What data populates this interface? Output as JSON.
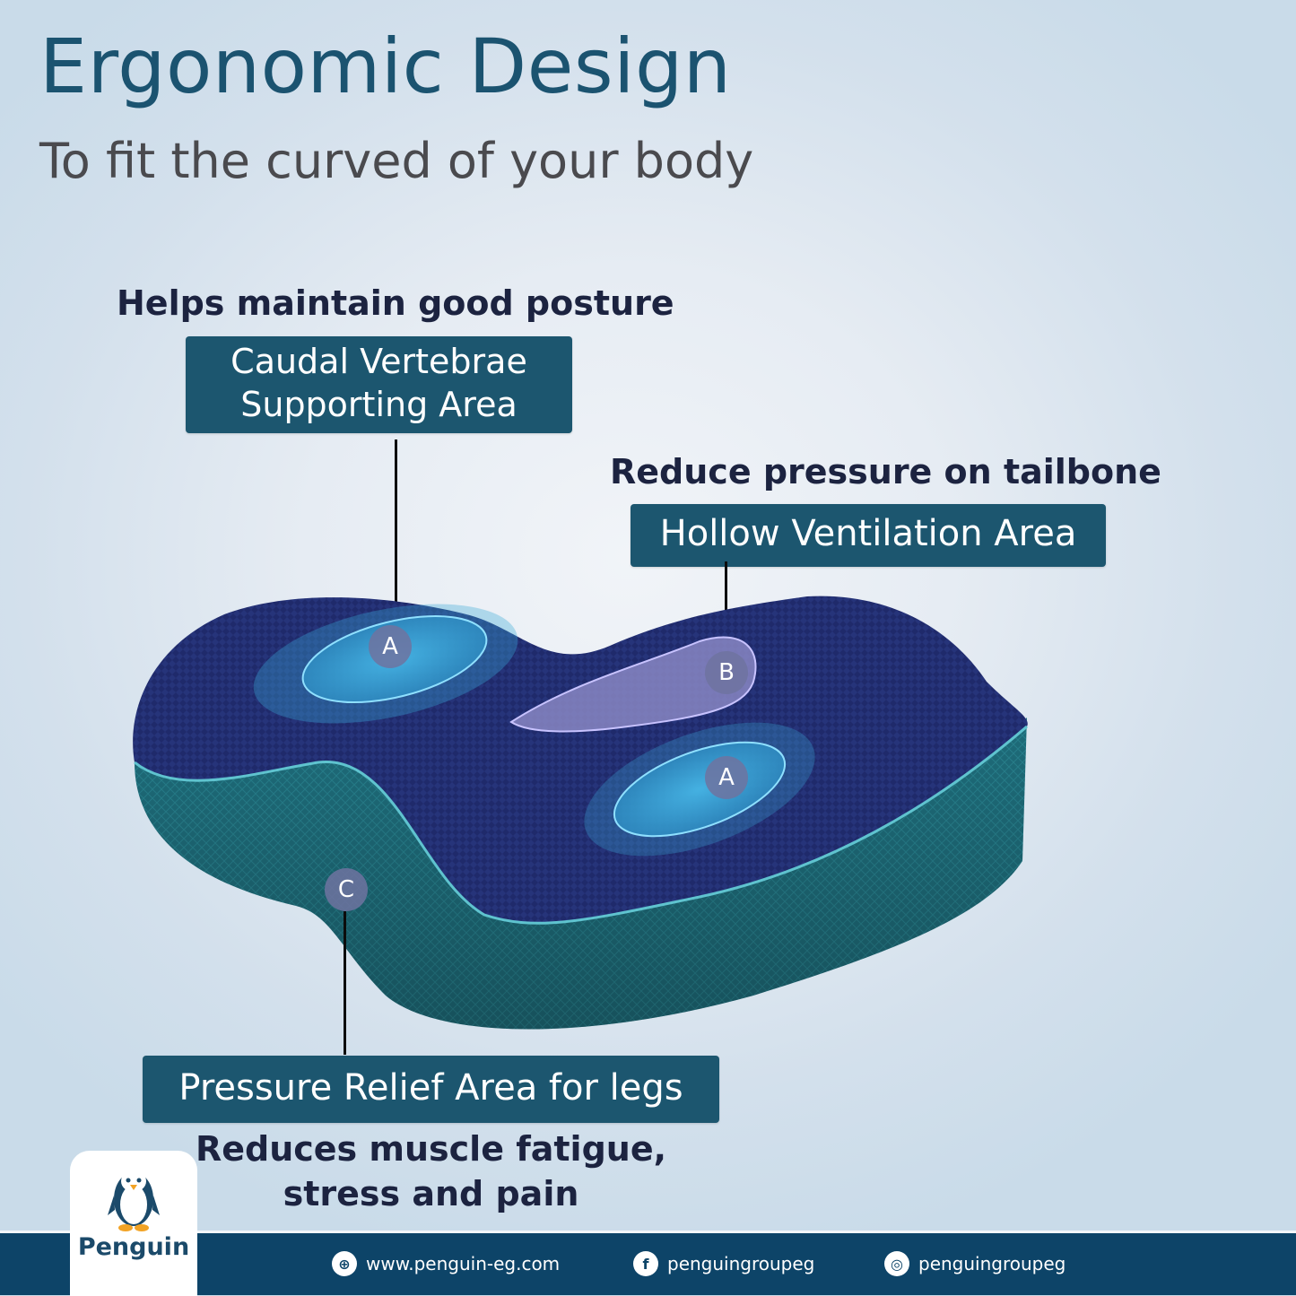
{
  "header": {
    "title": "Ergonomic Design",
    "subtitle": "To fit the curved of your body"
  },
  "callouts": {
    "caudal": {
      "caption": "Helps maintain good posture",
      "tag_line1": "Caudal Vertebrae",
      "tag_line2": "Supporting Area",
      "marker": "A"
    },
    "hollow": {
      "caption": "Reduce pressure on tailbone",
      "tag": "Hollow Ventilation Area",
      "marker": "B"
    },
    "relief": {
      "tag": "Pressure Relief Area for legs",
      "caption_line1": "Reduces muscle fatigue,",
      "caption_line2": "stress and pain",
      "marker": "C"
    },
    "second_marker": "A"
  },
  "colors": {
    "title": "#1b5370",
    "subtitle": "#4a4a4e",
    "caption": "#1c2340",
    "tag_bg": "#1c566f",
    "cushion_top": "#1f2a6b",
    "cushion_side": "#1f6f7c",
    "footer_bg": "#0d4468",
    "zone_a": "#3aa9d8",
    "zone_b": "#9c9ad8"
  },
  "brand": {
    "name": "Penguin"
  },
  "footer": {
    "items": [
      {
        "icon": "globe-icon",
        "glyph": "⊕",
        "label": "www.penguin-eg.com"
      },
      {
        "icon": "facebook-icon",
        "glyph": "f",
        "label": "penguingroupeg"
      },
      {
        "icon": "instagram-icon",
        "glyph": "◎",
        "label": "penguingroupeg"
      }
    ]
  }
}
